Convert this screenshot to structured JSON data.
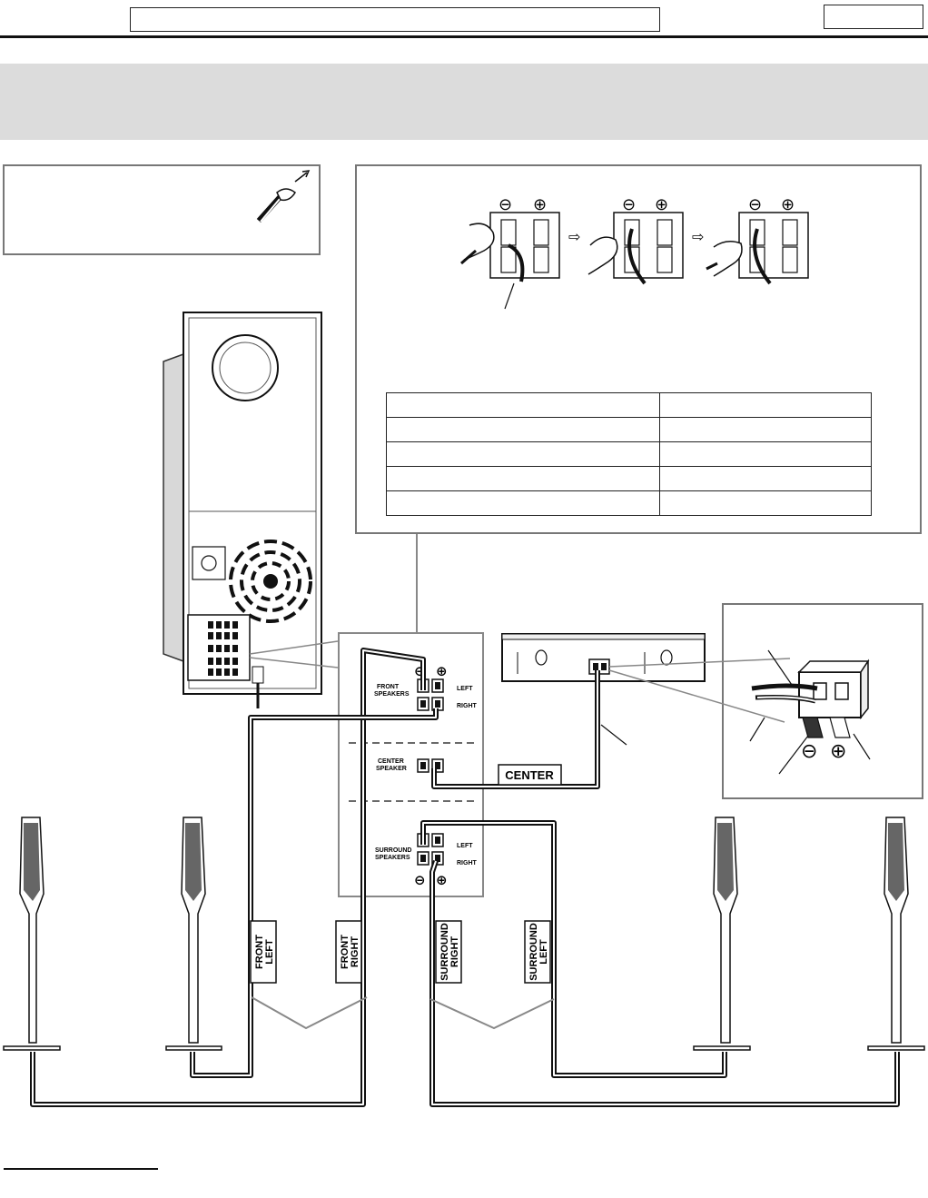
{
  "labels": {
    "front_speakers": "FRONT\nSPEAKERS",
    "center_speaker": "CENTER\nSPEAKER",
    "surround_speakers": "SURROUND\nSPEAKERS",
    "left": "LEFT",
    "right": "RIGHT",
    "center_tag": "CENTER",
    "front_left": "FRONT LEFT",
    "front_right": "FRONT RIGHT",
    "surround_right": "SURROUND RIGHT",
    "surround_left": "SURROUND LEFT",
    "minus": "⊖",
    "plus": "⊕"
  },
  "table": {
    "rows": 5,
    "cols": 2
  }
}
